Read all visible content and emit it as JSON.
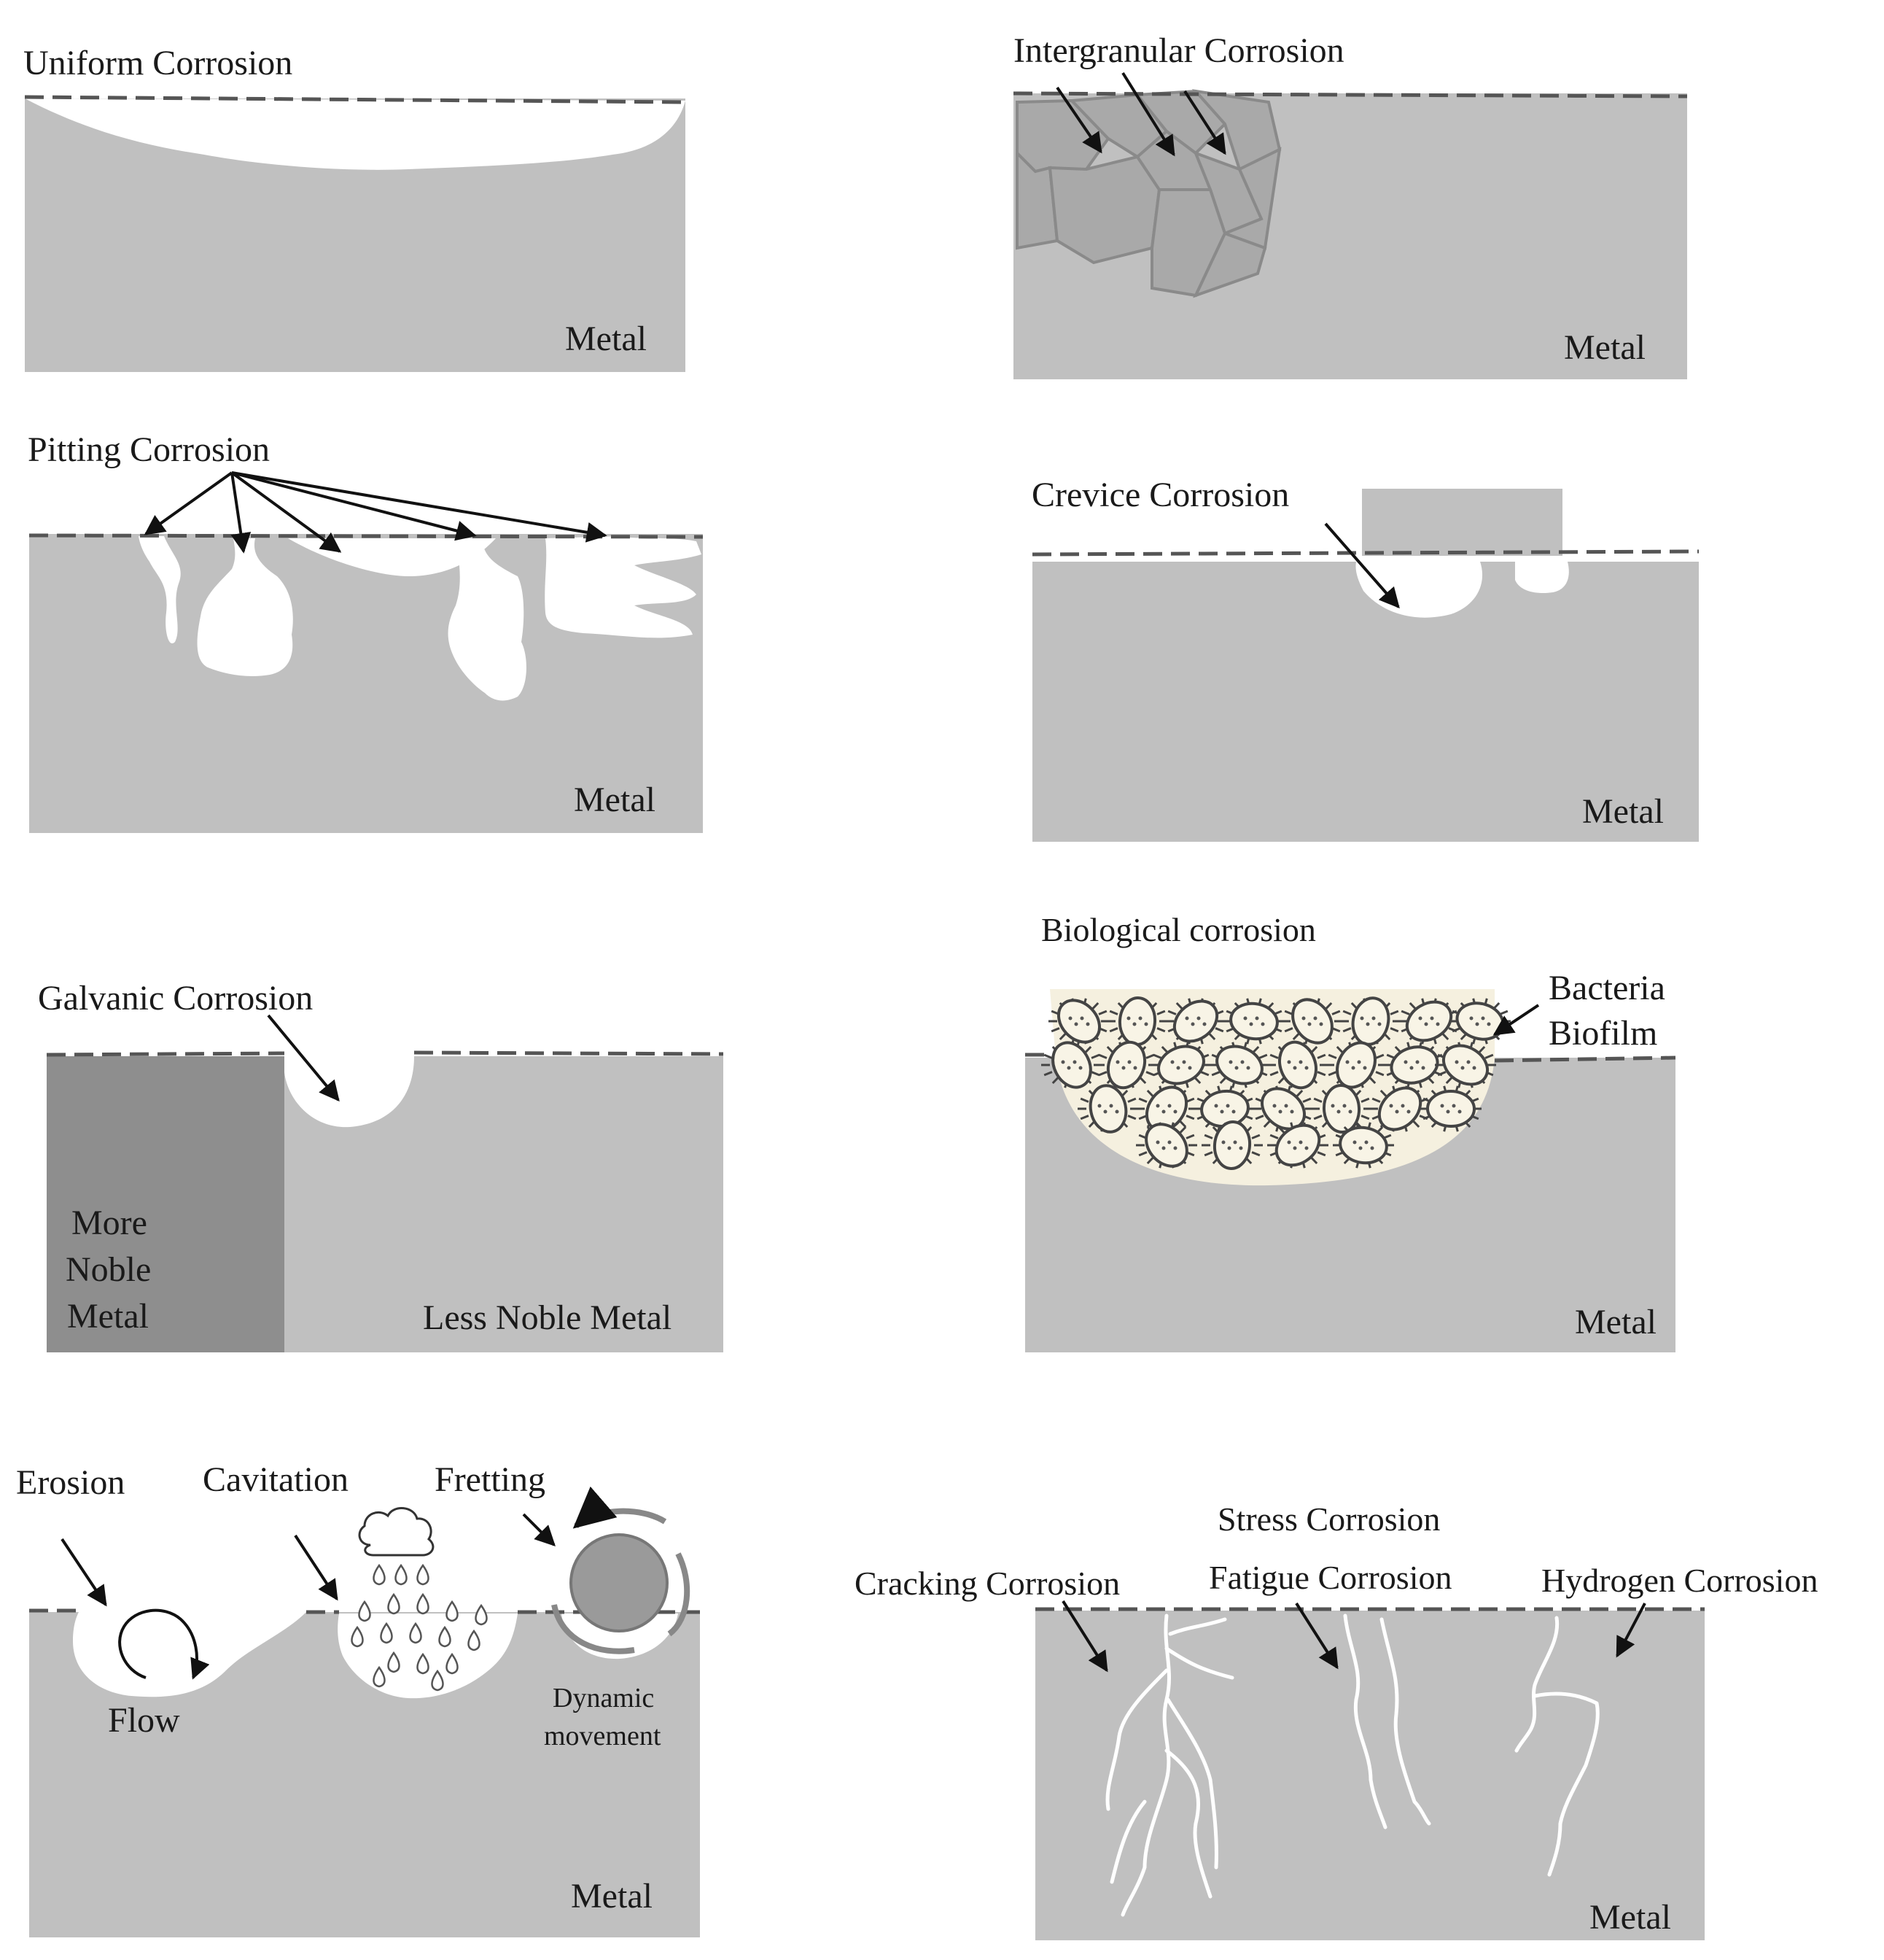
{
  "panels": {
    "uniform": {
      "title": "Uniform Corrosion",
      "metal": "Metal"
    },
    "intergranular": {
      "title": "Intergranular Corrosion",
      "metal": "Metal"
    },
    "pitting": {
      "title": "Pitting Corrosion",
      "metal": "Metal"
    },
    "crevice": {
      "title": "Crevice Corrosion",
      "metal": "Metal"
    },
    "galvanic": {
      "title": "Galvanic Corrosion",
      "more_noble": [
        "More",
        "Noble",
        "Metal"
      ],
      "less_noble": "Less Noble Metal"
    },
    "biological": {
      "title": "Biological corrosion",
      "bacteria": "Bacteria",
      "biofilm": "Biofilm",
      "metal": "Metal"
    },
    "mechanical": {
      "erosion": "Erosion",
      "cavitation": "Cavitation",
      "fretting": "Fretting",
      "flow": "Flow",
      "dynamic": "Dynamic",
      "movement": "movement",
      "metal": "Metal"
    },
    "cracking": {
      "stress": "Stress Corrosion",
      "cracking": "Cracking Corrosion",
      "fatigue": "Fatigue Corrosion",
      "hydrogen": "Hydrogen Corrosion",
      "metal": "Metal"
    }
  },
  "colors": {
    "metal": "#c0c0c0",
    "noble_metal": "#8e8e8e",
    "grain": "#a9a9a9",
    "biofilm": "#f5f0df",
    "bacteria_cell": "#f8f4e6"
  }
}
